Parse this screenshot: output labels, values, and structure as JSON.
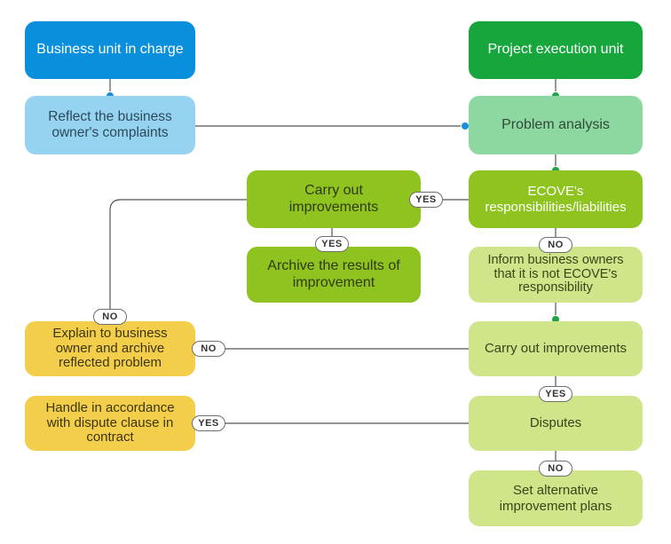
{
  "nodes": {
    "business_unit": "Business unit in charge",
    "reflect_complaints": "Reflect the business owner's complaints",
    "project_unit": "Project execution unit",
    "problem_analysis": "Problem analysis",
    "ecove_responsibility": "ECOVE's responsibilities/liabilities",
    "carry_out_top": "Carry out improvements",
    "archive_results": "Archive the results of improvement",
    "inform_owners": "Inform business owners that it is not ECOVE's responsibility",
    "explain_archive": "Explain to business owner and archive reflected problem",
    "carry_out_right": "Carry out improvements",
    "handle_dispute": "Handle in accordance with dispute clause in contract",
    "disputes": "Disputes",
    "alternative_plans": "Set alternative improvement plans"
  },
  "labels": {
    "yes_ecove": "YES",
    "yes_archive": "YES",
    "no_explain_top": "NO",
    "no_inform": "NO",
    "no_explain_side": "NO",
    "yes_disputes": "YES",
    "yes_handle": "YES",
    "no_alternative": "NO"
  },
  "colors": {
    "business_dark": "#0a8fdc",
    "business_light": "#96d3f1",
    "project_dark": "#17a63c",
    "project_mid": "#8dd8a0",
    "lime": "#8fc31f",
    "lime_light": "#d0e48a",
    "yellow": "#f3ce4b"
  }
}
